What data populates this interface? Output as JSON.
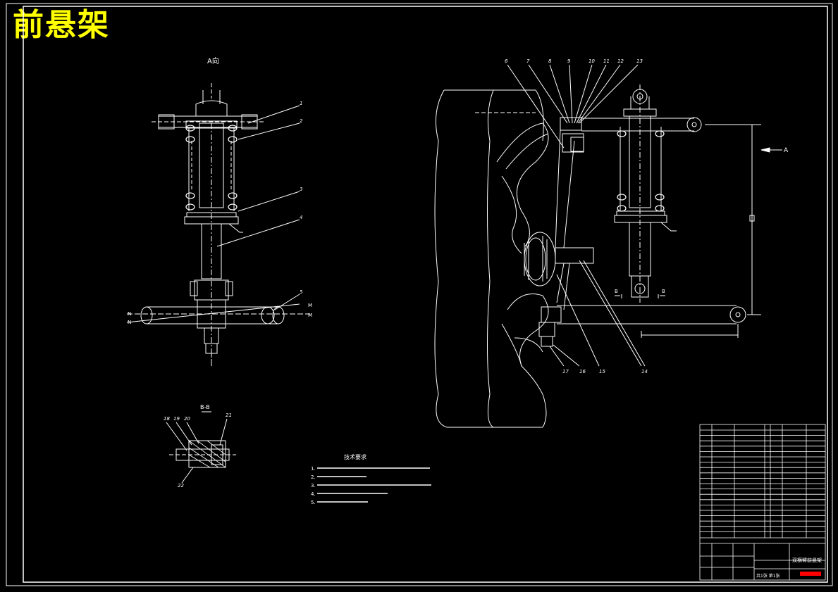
{
  "drawing": {
    "title": "前悬架",
    "view_label_a": "A向",
    "section_label": "B-B",
    "arrow_label": "A",
    "label_n": "N",
    "label_m": "M",
    "label_b": "B",
    "front_view_callouts": [
      "1",
      "2",
      "3",
      "4",
      "5"
    ],
    "side_view_callouts": [
      "6",
      "7",
      "8",
      "9",
      "10",
      "11",
      "12",
      "13",
      "14",
      "15",
      "16",
      "17"
    ],
    "section_callouts": [
      "18",
      "19",
      "20",
      "21",
      "22"
    ],
    "tech_requirements": {
      "heading": "技术要求",
      "items": [
        "1.",
        "2.",
        "3.",
        "4.",
        "5."
      ]
    },
    "title_block": {
      "drawing_name": "双横臂前悬架",
      "sheet_info": "共1张 第1张"
    }
  },
  "colors": {
    "background": "#000000",
    "line": "#ffffff",
    "title": "#ffff00",
    "accent": "#ff0000"
  }
}
